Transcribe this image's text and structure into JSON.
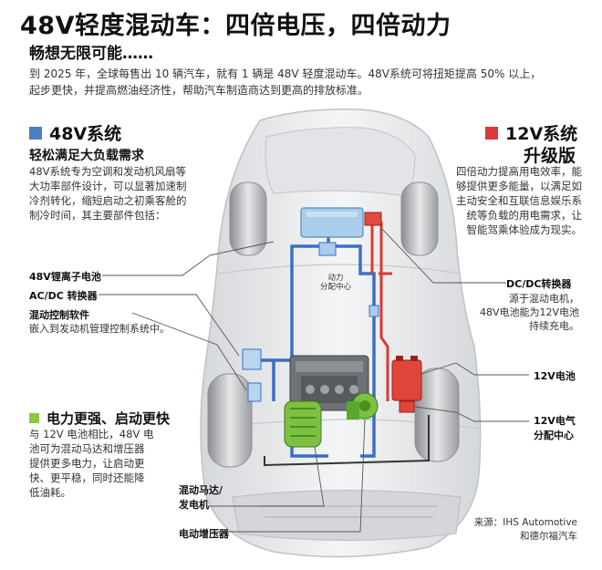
{
  "header": {
    "title": "48V轻度混动车：四倍电压，四倍动力",
    "subtitle": "畅想无限可能……",
    "intro_line1": "到 2025 年，全球每售出 10 辆汽车，就有 1 辆是 48V 轻度混动车。48V系统可将扭矩提高 50% 以上，",
    "intro_line2": "起步更快，并提高燃油经济性，帮助汽车制造商达到更高的排放标准。"
  },
  "left": {
    "system_title": "48V系统",
    "system_color": "#4a7fc0",
    "system_sub": "轻松满足大负载需求",
    "system_body": [
      "48V系统专为空调和发动机风扇等",
      "大功率部件设计，可以显著加速制",
      "冷剂转化，缩短启动之初乘客舱的",
      "制冷时间，其主要部件包括："
    ],
    "power_title": "电力更强、启动更快",
    "power_color": "#8cc63f",
    "power_body": [
      "与 12V 电池相比，48V 电",
      "池可为混动马达和增压器",
      "提供更多电力，让启动更",
      "快、更平稳，同时还能降",
      "低油耗。"
    ]
  },
  "right": {
    "system_title_1": "12V系统",
    "system_title_2": "升级版",
    "system_color": "#d93a35",
    "system_body": [
      "四倍动力提高用电效率，能",
      "够提供更多能量，以满足如",
      "主动安全和互联信息娱乐系",
      "统等负载的用电需求，让",
      "智能驾乘体验成为现实。"
    ]
  },
  "labels": {
    "battery_48v": "48V锂离子电池",
    "acdc": "AC/DC 转换器",
    "hybrid_sw": "混动控制软件",
    "hybrid_sw_desc": "嵌入到发动机管理控制系统中。",
    "motor_1": "混动马达/",
    "motor_2": "发电机",
    "booster": "电动增压器",
    "dcdc": "DC/DC转换器",
    "dcdc_desc": [
      "源于混动电机，",
      "48V电池能为12V电池",
      "持续充电。"
    ],
    "battery_12v": "12V电池",
    "dist_12v_1": "12V电气",
    "dist_12v_2": "分配中心",
    "power_center_1": "动力",
    "power_center_2": "分配中心"
  },
  "source": {
    "line1": "来源：IHS Automotive",
    "line2": "和德尔福汽车"
  }
}
